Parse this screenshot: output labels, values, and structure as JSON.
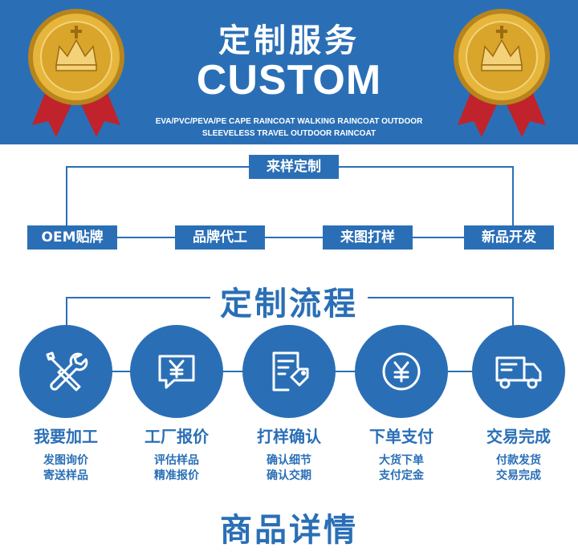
{
  "header": {
    "title_cn": "定制服务",
    "title_en": "CUSTOM",
    "subtitle_line1": "EVA/PVC/PEVA/PE CAPE RAINCOAT WALKING RAINCOAT OUTDOOR",
    "subtitle_line2": "SLEEVELESS TRAVEL OUTDOOR RAINCOAT"
  },
  "service": {
    "top_label": "来样定制",
    "items": [
      {
        "label": "OEM贴牌"
      },
      {
        "label": "品牌代工"
      },
      {
        "label": "来图打样"
      },
      {
        "label": "新品开发"
      }
    ]
  },
  "process": {
    "title": "定制流程",
    "steps": [
      {
        "icon": "tools-icon",
        "title": "我要加工",
        "line1": "发图询价",
        "line2": "寄送样品"
      },
      {
        "icon": "yen-chat-icon",
        "title": "工厂报价",
        "line1": "评估样品",
        "line2": "精准报价"
      },
      {
        "icon": "document-tag-icon",
        "title": "打样确认",
        "line1": "确认细节",
        "line2": "确认交期"
      },
      {
        "icon": "yen-coin-icon",
        "title": "下单支付",
        "line1": "大货下单",
        "line2": "支付定金"
      },
      {
        "icon": "delivery-truck-icon",
        "title": "交易完成",
        "line1": "付款发货",
        "line2": "交易完成"
      }
    ]
  },
  "details_title": "商品详情",
  "colors": {
    "primary": "#2a6fb6",
    "gold": "#d9a52a",
    "ribbon": "#c0232b"
  }
}
